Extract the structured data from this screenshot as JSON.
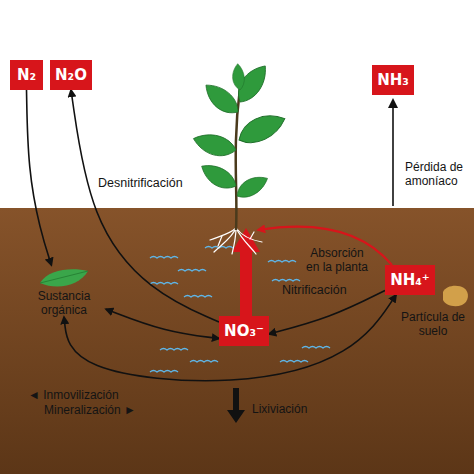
{
  "diagram": {
    "nodes": [
      {
        "text": [
          "N₂"
        ]
      },
      {
        "text": [
          "N₂O"
        ]
      },
      {
        "text": [
          "NH₃"
        ]
      },
      {
        "text": [
          "Sustancia orgánica"
        ]
      },
      {
        "text": [
          "NO₃⁻"
        ]
      },
      {
        "text": [
          "NH₄⁺"
        ]
      }
    ],
    "edges": [
      {
        "from": 0,
        "to": 3,
        "arrow": "to"
      },
      {
        "from": 4,
        "to": 1,
        "label": "Desnitrificación",
        "arrow": "to"
      },
      {
        "from": 3,
        "to": 4,
        "arrow": "both"
      },
      {
        "from": 3,
        "to": 5,
        "arrow": "both"
      },
      {
        "from": 5,
        "to": 4,
        "label": "Nitrificación",
        "arrow": "to"
      }
    ],
    "labels": [
      "Pérdida de amoníaco",
      "Absorción en la planta",
      "Partícula de suelo",
      "◄ Inmovilización",
      "Mineralización ►",
      "Lixiviación"
    ]
  }
}
